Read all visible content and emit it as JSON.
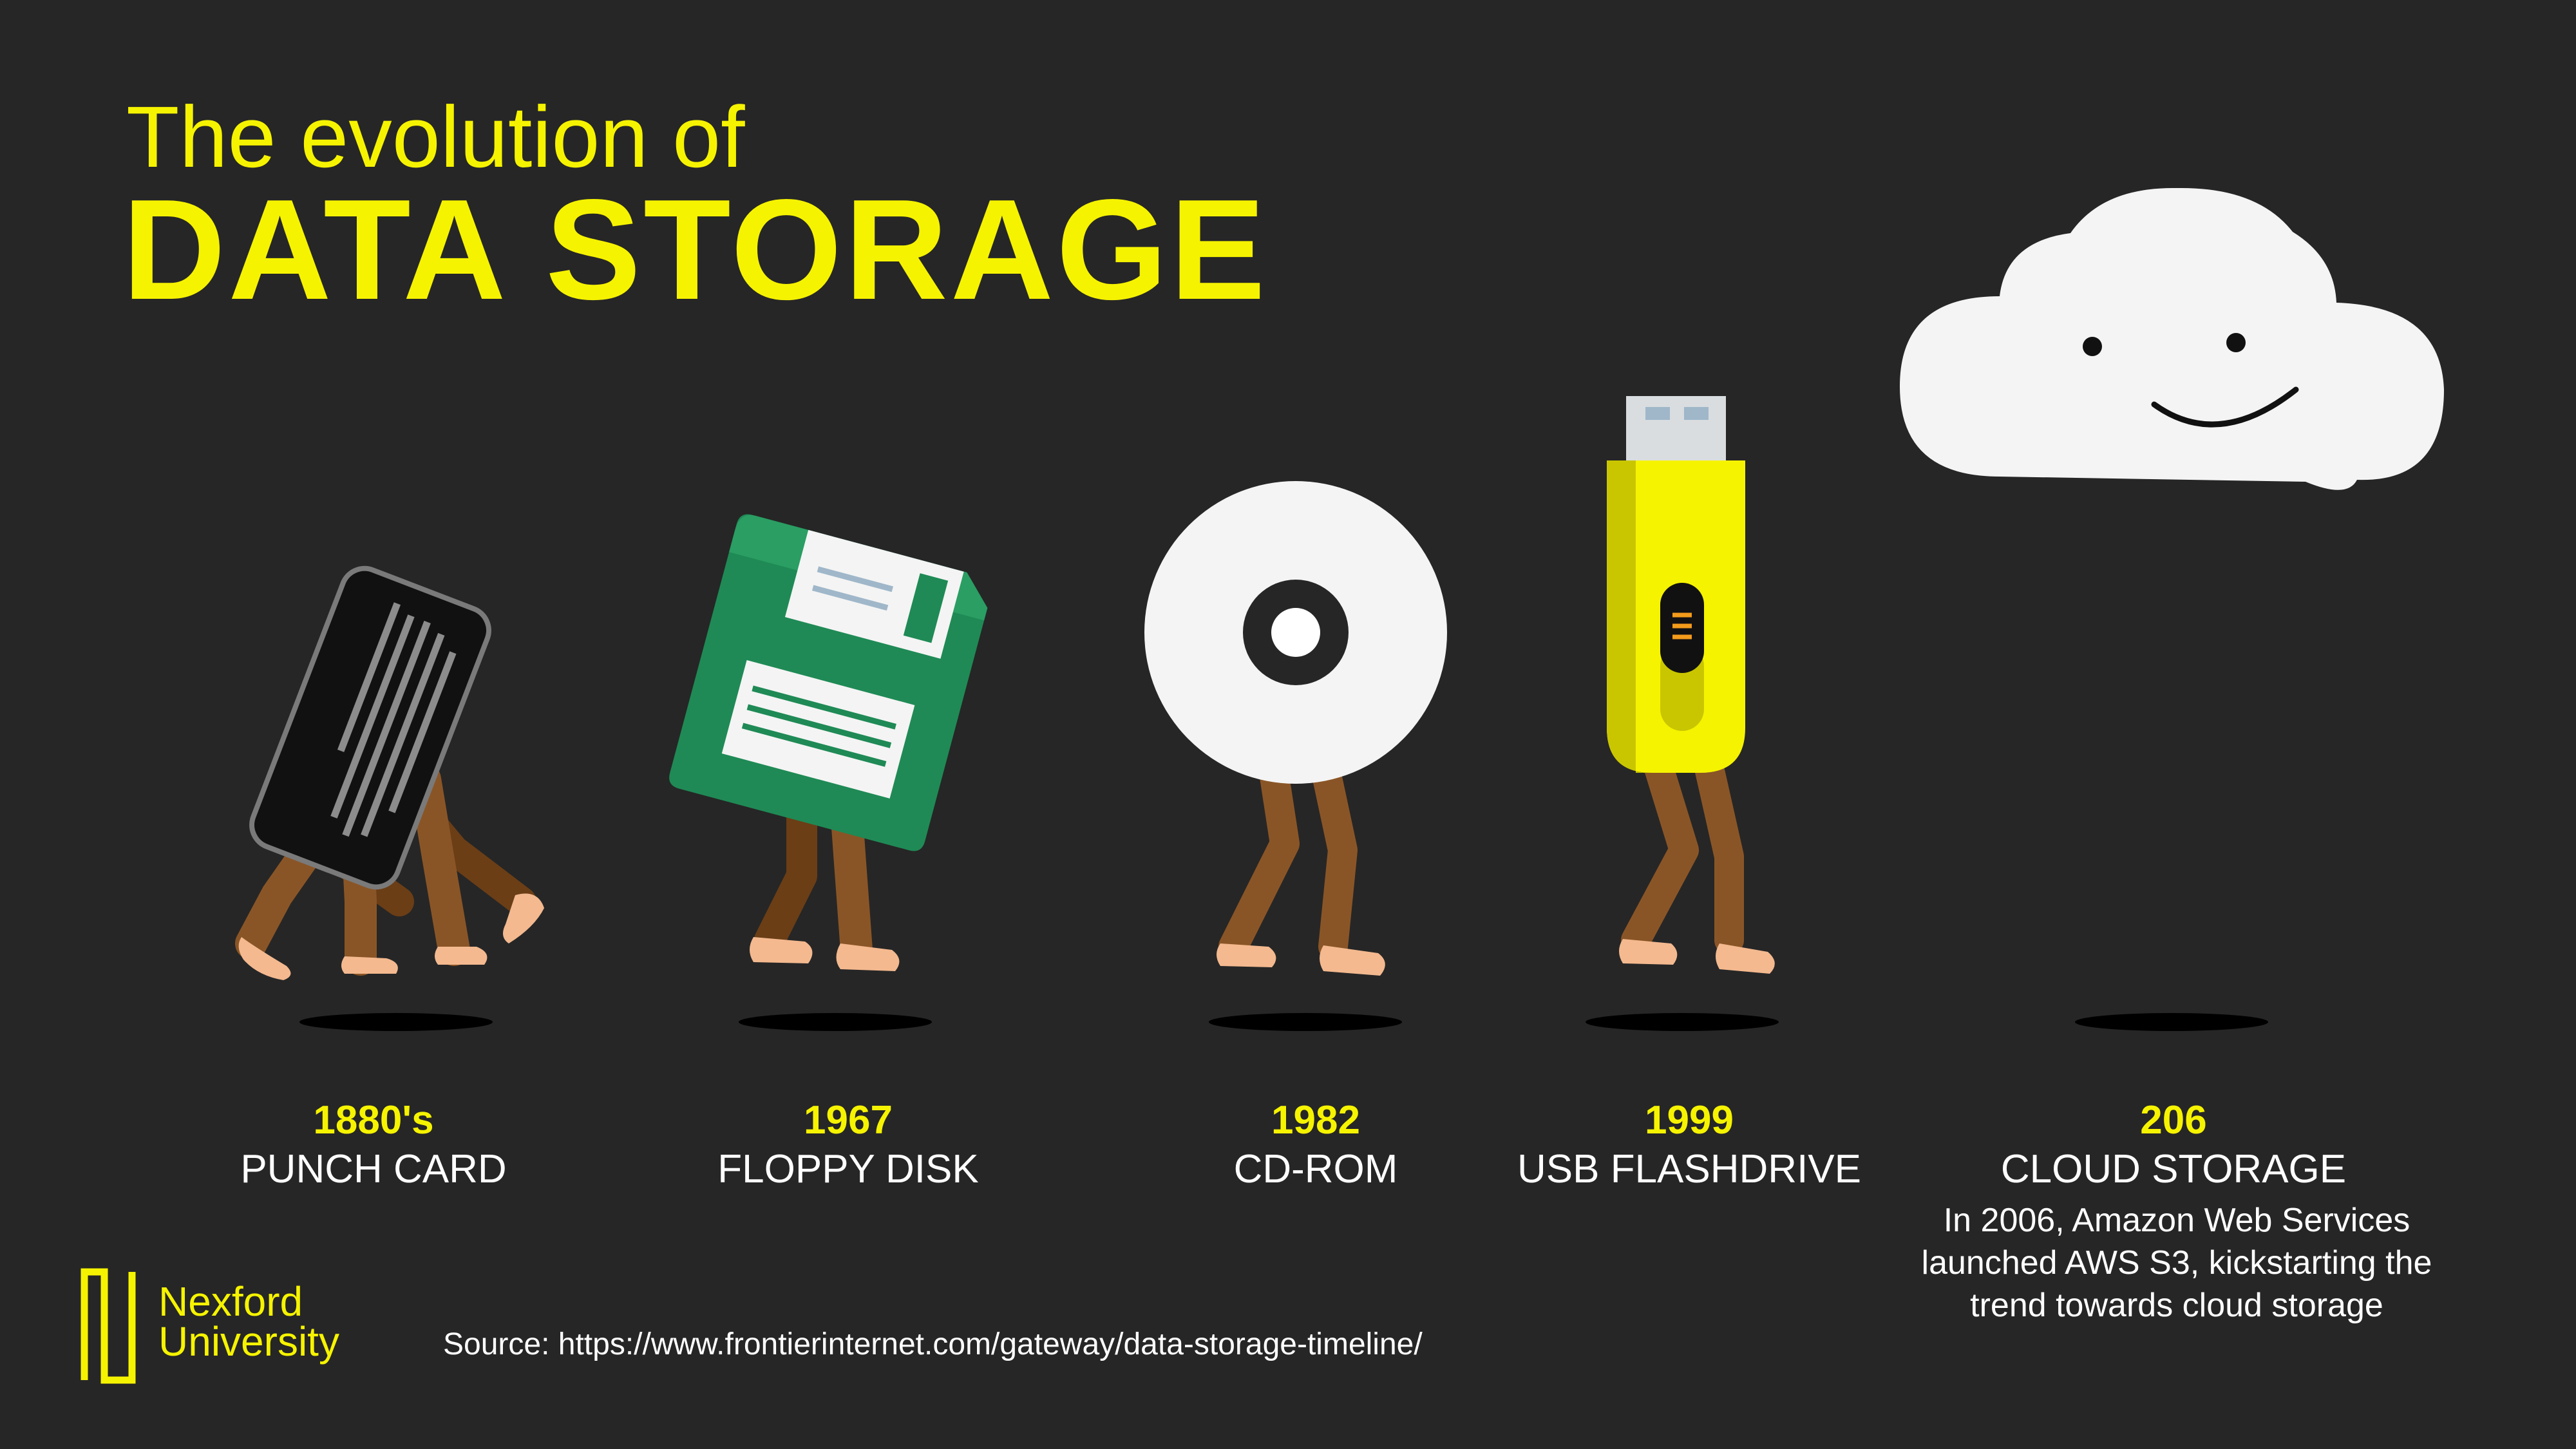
{
  "title": {
    "line1": "The evolution of",
    "line2": "DATA STORAGE"
  },
  "items": [
    {
      "year": "1880's",
      "name": "PUNCH CARD",
      "icon": "punch-card-icon"
    },
    {
      "year": "1967",
      "name": "FLOPPY DISK",
      "icon": "floppy-disk-icon"
    },
    {
      "year": "1982",
      "name": "CD-ROM",
      "icon": "cd-rom-icon"
    },
    {
      "year": "1999",
      "name": "USB FLASHDRIVE",
      "icon": "usb-flashdrive-icon"
    },
    {
      "year": "206",
      "name": "CLOUD STORAGE",
      "icon": "cloud-icon"
    }
  ],
  "cloud_description": {
    "line1": "In 2006, Amazon Web Services",
    "line2": "launched AWS S3, kickstarting the",
    "line3": "trend towards cloud storage"
  },
  "brand": {
    "line1": "Nexford",
    "line2": "University"
  },
  "source": "Source: https://www.frontierinternet.com/gateway/data-storage-timeline/",
  "colors": {
    "background": "#262626",
    "accent_yellow": "#f6f300",
    "floppy_green": "#1f8a55",
    "leg_brown": "#8a5526",
    "foot_skin": "#f4b98f"
  }
}
